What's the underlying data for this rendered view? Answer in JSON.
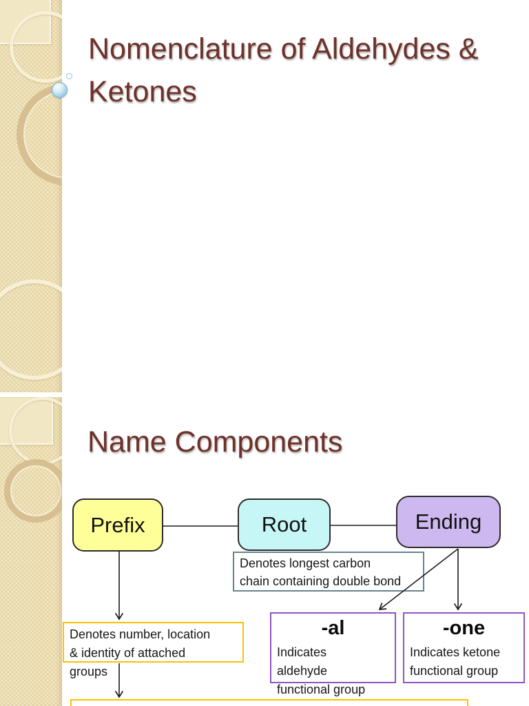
{
  "slide1": {
    "title_lines": [
      "Nomenclature of Aldehydes &",
      "Ketones"
    ]
  },
  "slide2": {
    "title": "Name Components",
    "nodes": {
      "prefix": {
        "label": "Prefix",
        "fill": "#FFFF99"
      },
      "root": {
        "label": "Root",
        "fill": "#C7F6F6"
      },
      "ending": {
        "label": "Ending",
        "fill": "#CDB9F0"
      }
    },
    "notes": {
      "root_note": {
        "lines": [
          "Denotes longest carbon",
          "chain containing double bond"
        ],
        "border": "#66828F"
      },
      "prefix_note": {
        "lines": [
          "Denotes number, location",
          "& identity of attached",
          "groups"
        ],
        "border": "#FFC000"
      },
      "al_box": {
        "heading": "-al",
        "lines": [
          "Indicates",
          "aldehyde",
          "functional group"
        ],
        "border": "#9152C4"
      },
      "one_box": {
        "heading": "-one",
        "lines": [
          "Indicates ketone",
          "functional group"
        ],
        "border": "#9152C4"
      }
    },
    "colors": {
      "title_text": "#6E3129",
      "node_border": "#2B2B2B",
      "arrow": "#1A1A1A",
      "sidebar": "#E8D8A9"
    }
  }
}
